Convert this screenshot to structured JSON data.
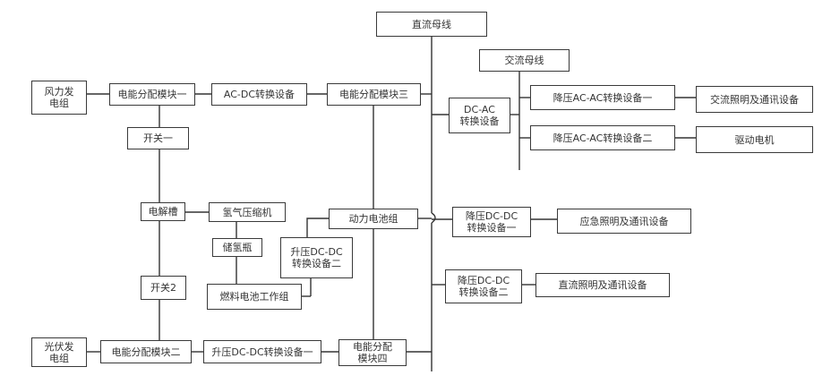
{
  "blocks": {
    "dc_bus": "直流母线",
    "ac_bus": "交流母线",
    "wind_gen": "风力发\n电组",
    "pv_gen": "光伏发\n电组",
    "dist1": "电能分配模块一",
    "acdc": "AC-DC转换设备",
    "dist3": "电能分配模块三",
    "dcac": "DC-AC\n转换设备",
    "stepdown_ac1": "降压AC-AC转换设备一",
    "stepdown_ac2": "降压AC-AC转换设备二",
    "ac_light": "交流照明及通讯设备",
    "motor": "驱动电机",
    "switch1": "开关一",
    "electrolyzer": "电解槽",
    "h2_compressor": "氢气压缩机",
    "storage_tank": "储氢瓶",
    "fuel_cell": "燃料电池工作组",
    "stepup_dc2": "升压DC-DC\n转换设备二",
    "power_battery": "动力电池组",
    "stepdown_dc1": "降压DC-DC\n转换设备一",
    "emergency_light": "应急照明及通讯设备",
    "stepdown_dc2": "降压DC-DC\n转换设备二",
    "dc_light": "直流照明及通讯设备",
    "switch2": "开关2",
    "dist2": "电能分配模块二",
    "stepup_dc1": "升压DC-DC转换设备一",
    "dist4": "电能分配\n模块四"
  }
}
